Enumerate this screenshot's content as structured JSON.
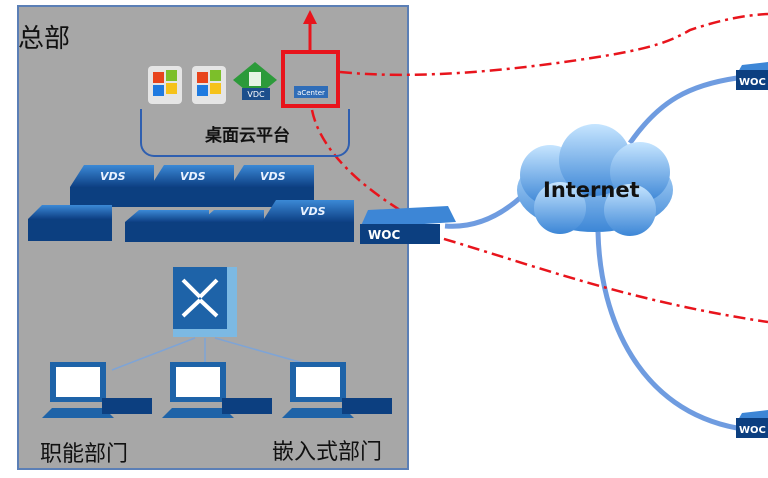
{
  "headquarters": {
    "title": "总部"
  },
  "platform": {
    "label": "桌面云平台"
  },
  "departments": {
    "functional": "职能部门",
    "embedded": "嵌入式部门"
  },
  "internet": {
    "label": "Internet"
  },
  "devices": {
    "vds_label": "VDS",
    "woc_label": "WOC",
    "vdc_label": "VDC",
    "acenter_label": "aCenter"
  },
  "colors": {
    "panel": "#a7a7a7",
    "border": "#5b7fb6",
    "link": "#6f9ce0",
    "highlight": "#e8141c",
    "device": "#1e63a8"
  }
}
